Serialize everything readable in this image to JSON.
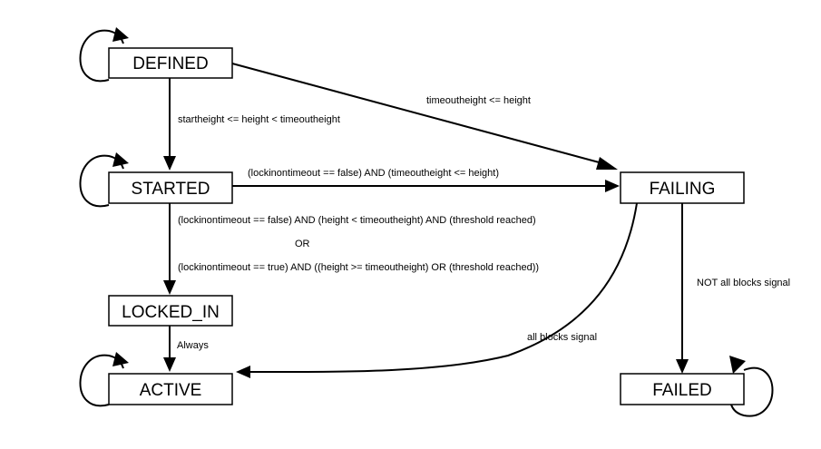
{
  "states": {
    "defined": "DEFINED",
    "started": "STARTED",
    "locked_in": "LOCKED_IN",
    "active": "ACTIVE",
    "failing": "FAILING",
    "failed": "FAILED"
  },
  "transitions": {
    "defined_to_started": "startheight <= height < timeoutheight",
    "defined_to_failing": "timeoutheight <= height",
    "started_to_failing": "(lockinontimeout == false) AND (timeoutheight <= height)",
    "started_to_locked_in_line1": "(lockinontimeout == false) AND (height < timeoutheight) AND (threshold reached)",
    "started_to_locked_in_or": "OR",
    "started_to_locked_in_line2": "(lockinontimeout == true) AND ((height >= timeoutheight) OR (threshold reached))",
    "locked_in_to_active": "Always",
    "failing_to_active": "all blocks signal",
    "failing_to_failed": "NOT all blocks signal"
  }
}
